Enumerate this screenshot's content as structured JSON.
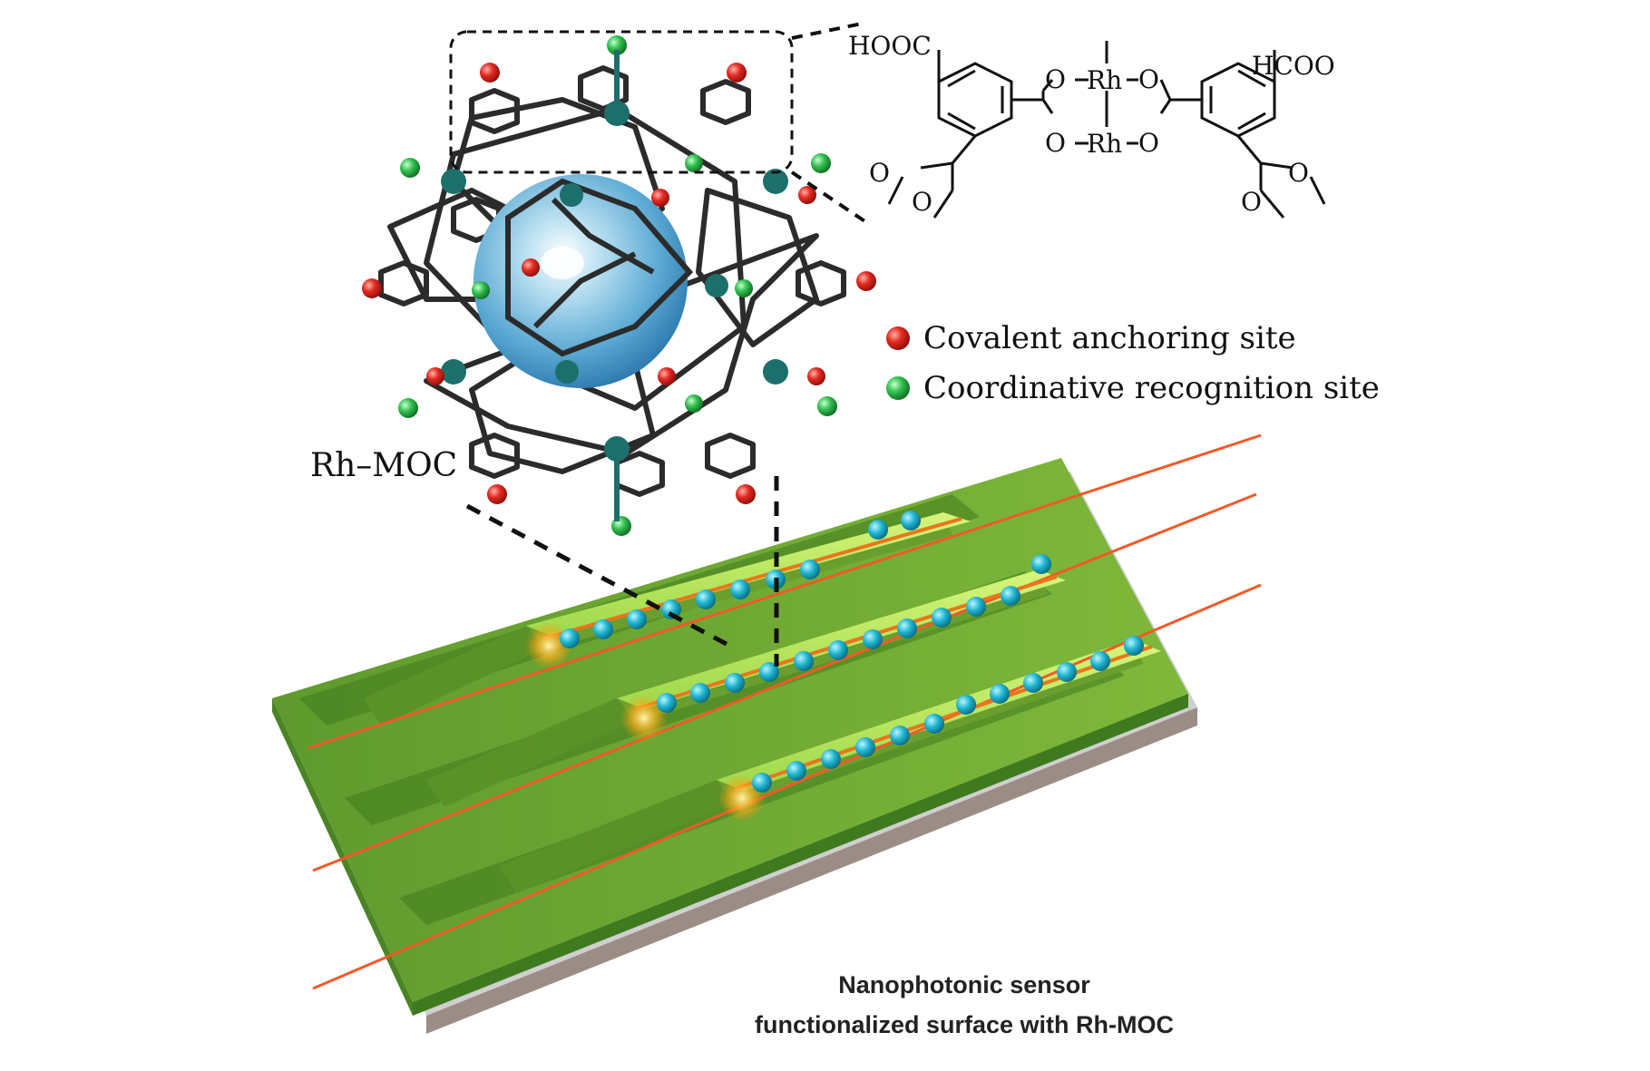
{
  "labels": {
    "cage_name": "Rh–MOC",
    "sensor_caption_line1": "Nanophotonic sensor",
    "sensor_caption_line2": "functionalized surface with Rh-MOC"
  },
  "legend": [
    {
      "label": "Covalent anchoring site",
      "color": "#e02424"
    },
    {
      "label": "Coordinative recognition site",
      "color": "#2fc14a"
    }
  ],
  "structure": {
    "left_acid": "HOOC",
    "right_acid": "HCOO",
    "rh_top": "Rh",
    "rh_bottom": "Rh",
    "oxygen": "O"
  },
  "colors": {
    "cage_sphere": "#6fb6dc",
    "frame_bonds": "#2b2b2b",
    "rhodium": "#1c6f6a",
    "chip_dark": "#4c8a26",
    "chip_light": "#a8e04e",
    "laser": "#f05a28",
    "particles": "#22b7cf"
  },
  "icons": [
    "red-sphere-icon",
    "green-sphere-icon"
  ]
}
